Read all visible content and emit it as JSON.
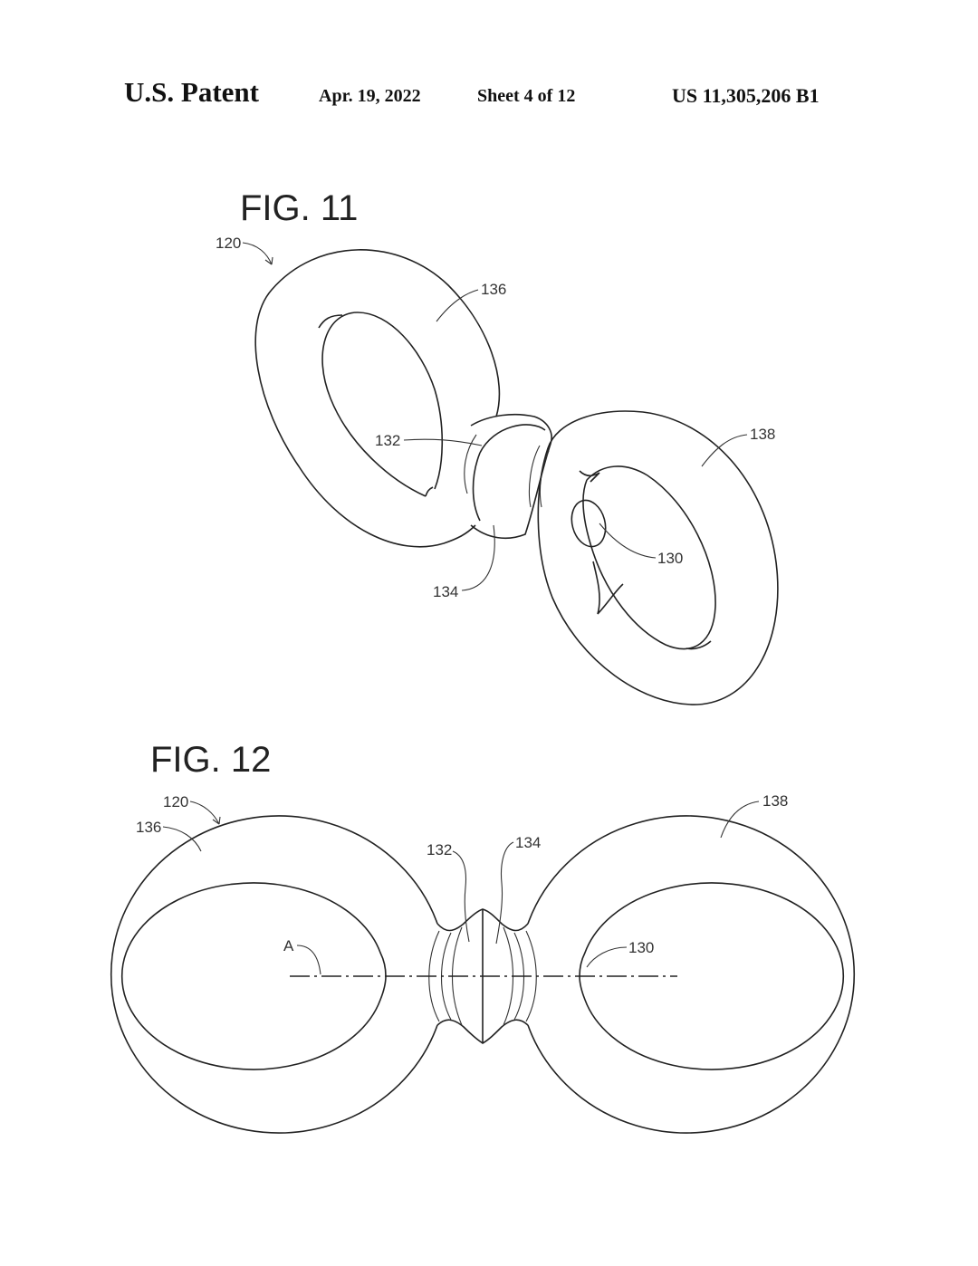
{
  "header": {
    "title": "U.S. Patent",
    "date": "Apr. 19, 2022",
    "sheet": "Sheet 4 of 12",
    "patent_number": "US 11,305,206 B1"
  },
  "fig11": {
    "title": "FIG.  11",
    "labels": {
      "device": "120",
      "ring_left": "136",
      "ring_right": "138",
      "neck_left": "132",
      "neck_right": "134",
      "opening": "130"
    }
  },
  "fig12": {
    "title": "FIG.  12",
    "labels": {
      "device": "120",
      "ring_left": "136",
      "ring_right": "138",
      "neck_left": "132",
      "neck_right": "134",
      "opening": "130",
      "axis": "A"
    }
  },
  "colors": {
    "ink": "#222222",
    "paper": "#ffffff"
  }
}
